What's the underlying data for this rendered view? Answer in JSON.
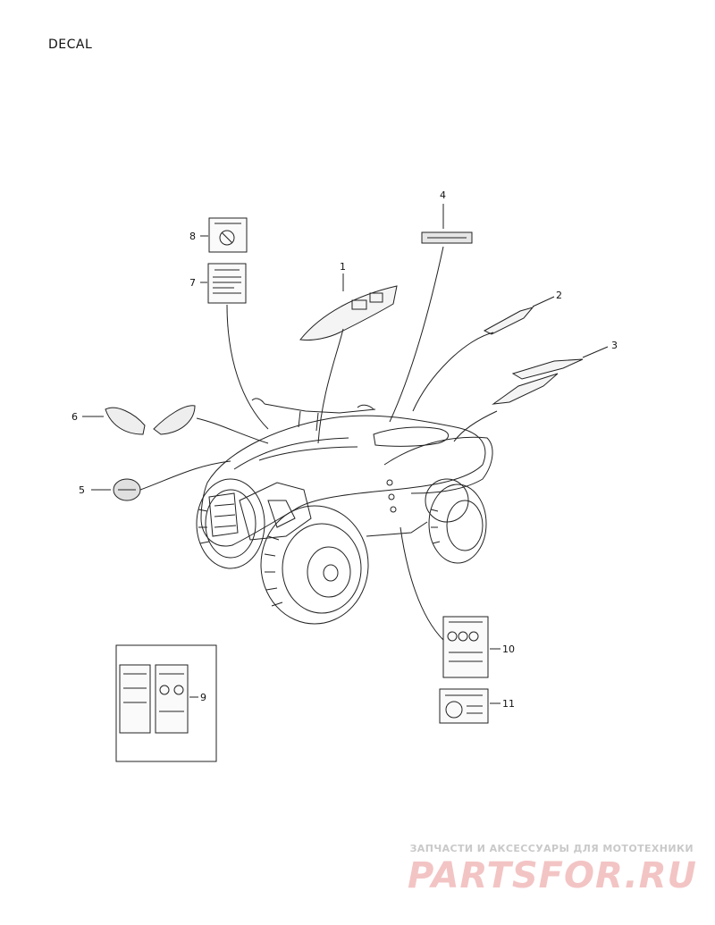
{
  "title": "DECAL",
  "callouts": [
    "1",
    "2",
    "3",
    "4",
    "5",
    "6",
    "7",
    "8",
    "9",
    "10",
    "11"
  ],
  "watermark": {
    "caption": "ЗАПЧАСТИ И АКСЕССУАРЫ ДЛЯ МОТОТЕХНИКИ",
    "logo": "PARTSFOR.RU"
  },
  "colors": {
    "line": "#222222",
    "watermark_caption": "#c9c9c9",
    "watermark_logo": "#f3c4c4"
  }
}
